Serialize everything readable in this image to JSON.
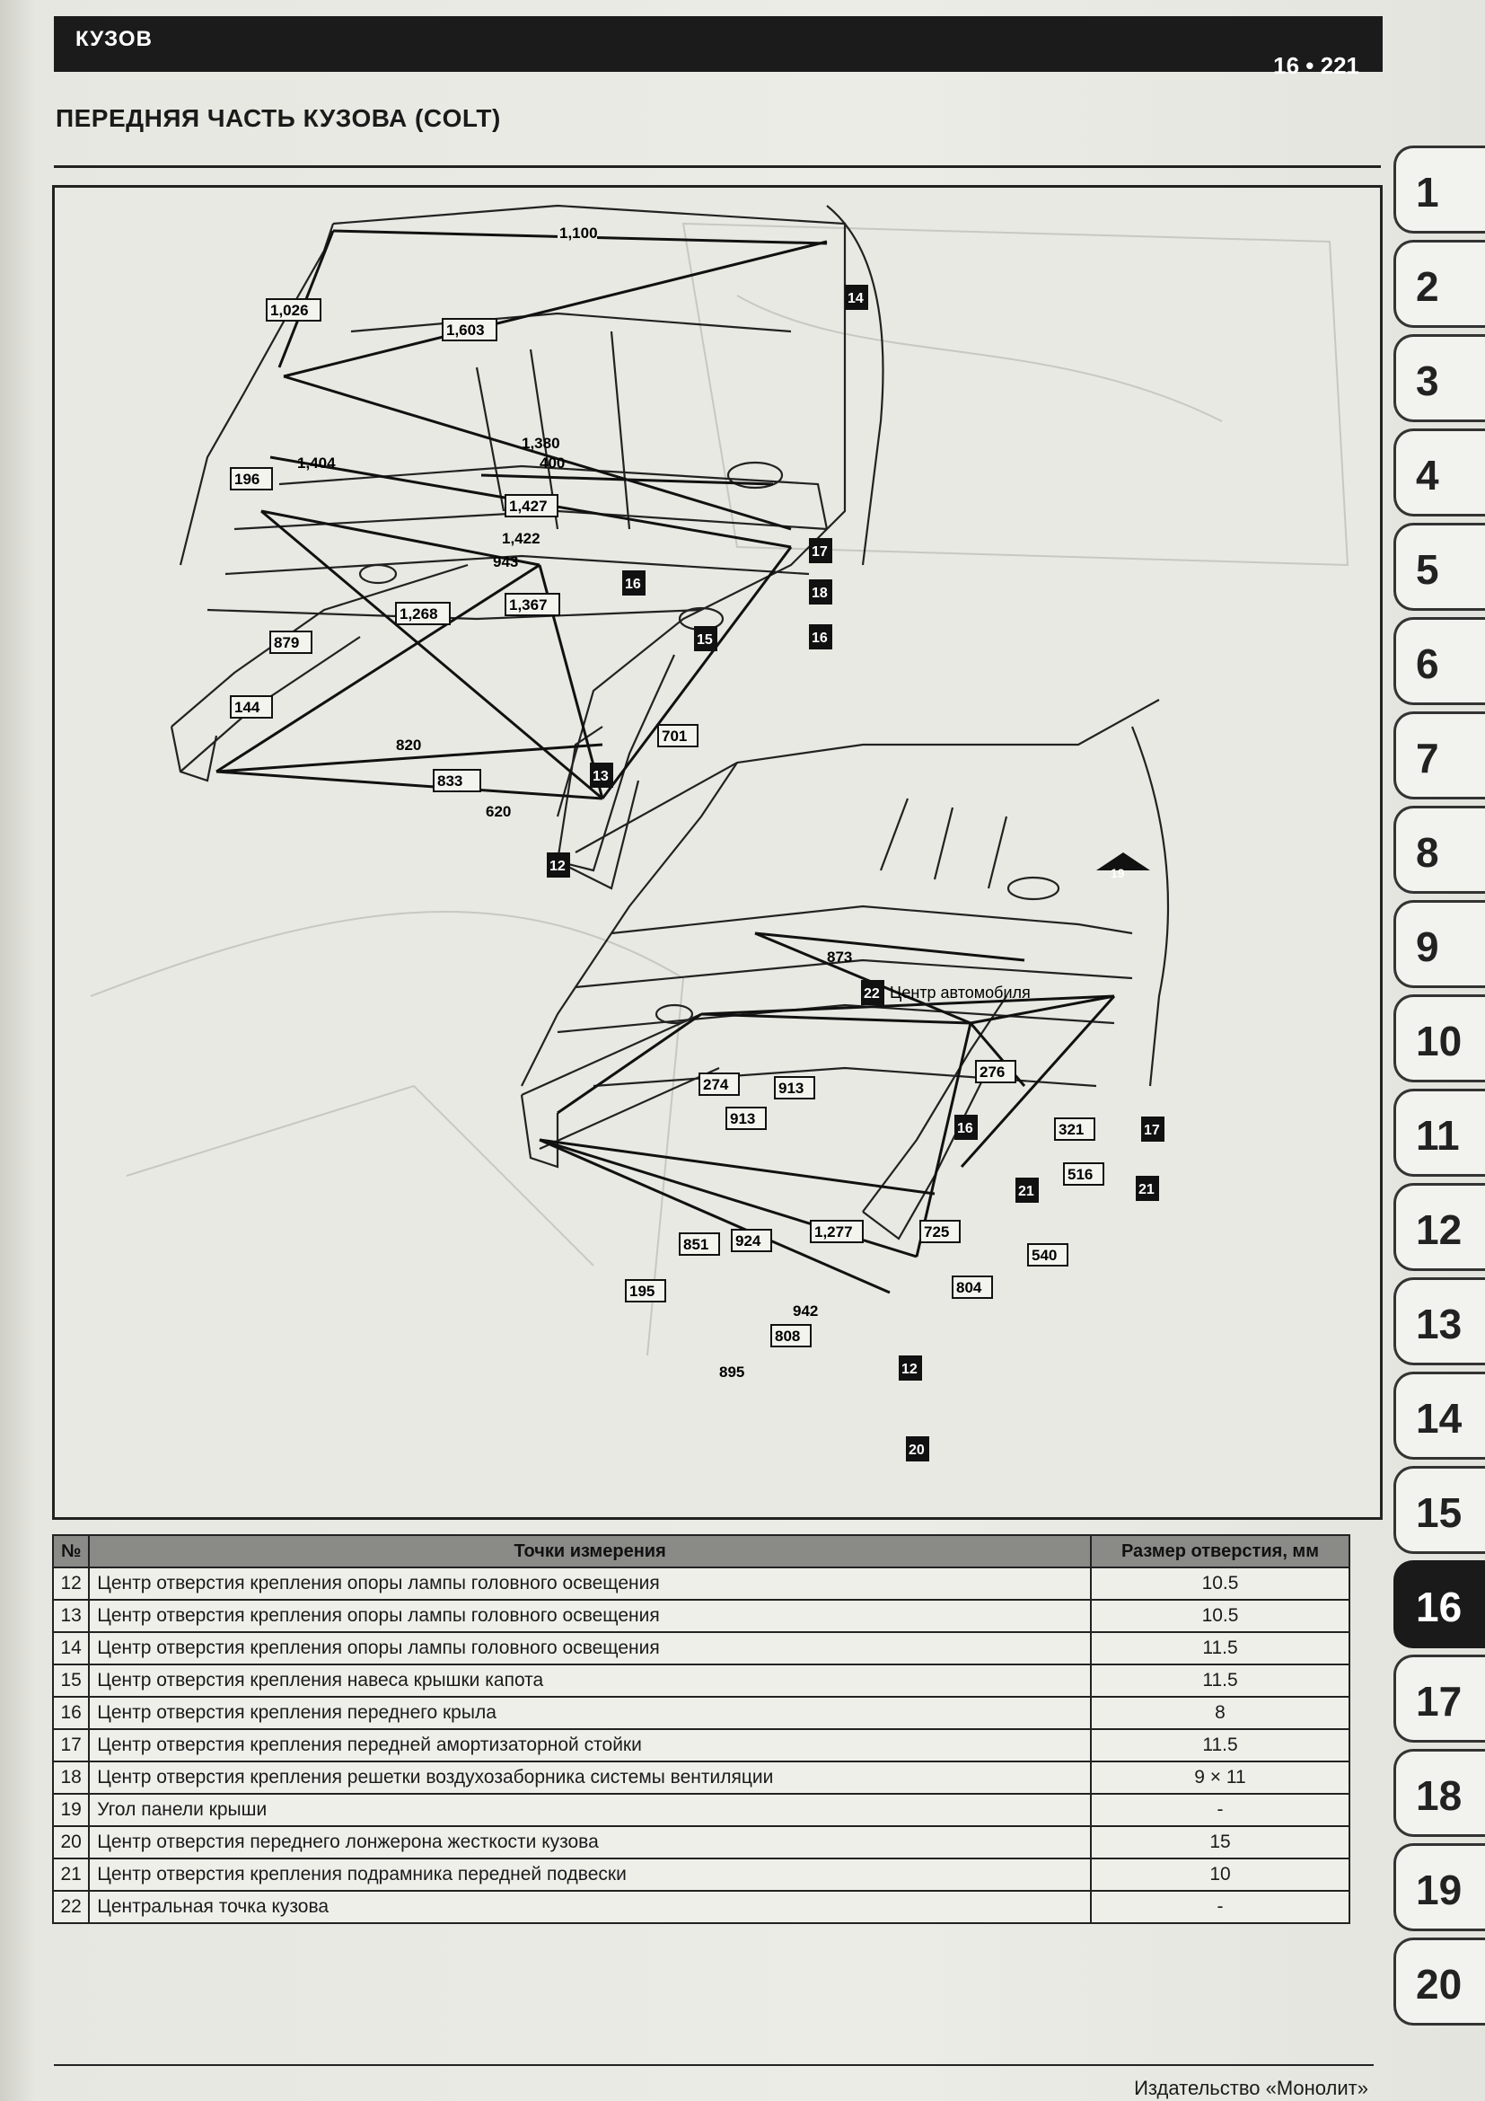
{
  "header": {
    "section": "КУЗОВ",
    "page_number": "16 • 221"
  },
  "page_title": "ПЕРЕДНЯЯ ЧАСТЬ КУЗОВА (COLT)",
  "figure": {
    "upper_dimensions": [
      "1,100",
      "1,026",
      "1,603",
      "1,380",
      "400",
      "1,404",
      "1,427",
      "1,422",
      "943",
      "1,268",
      "1,367",
      "820",
      "833",
      "620",
      "701"
    ],
    "upper_point_tags": [
      "196",
      "879",
      "144"
    ],
    "upper_markers": [
      "14",
      "17",
      "16",
      "15",
      "18",
      "13",
      "12",
      "16"
    ],
    "lower_dimensions": [
      "873",
      "274",
      "913",
      "913",
      "276",
      "321",
      "516",
      "1,277",
      "725",
      "924",
      "851",
      "540",
      "804",
      "942",
      "808",
      "895",
      "195"
    ],
    "lower_markers": [
      "22",
      "19",
      "17",
      "16",
      "21",
      "21",
      "12",
      "20"
    ],
    "center_label": "Центр автомобиля"
  },
  "table": {
    "headers": [
      "№",
      "Точки измерения",
      "Размер отверстия, мм"
    ],
    "rows": [
      {
        "num": "12",
        "point": "Центр отверстия крепления опоры лампы головного освещения",
        "size": "10.5"
      },
      {
        "num": "13",
        "point": "Центр отверстия крепления опоры лампы головного освещения",
        "size": "10.5"
      },
      {
        "num": "14",
        "point": "Центр отверстия крепления опоры лампы головного освещения",
        "size": "11.5"
      },
      {
        "num": "15",
        "point": "Центр отверстия крепления навеса крышки капота",
        "size": "11.5"
      },
      {
        "num": "16",
        "point": "Центр отверстия крепления переднего крыла",
        "size": "8"
      },
      {
        "num": "17",
        "point": "Центр отверстия крепления передней амортизаторной стойки",
        "size": "11.5"
      },
      {
        "num": "18",
        "point": "Центр отверстия крепления решетки воздухозаборника системы вентиляции",
        "size": "9 × 11"
      },
      {
        "num": "19",
        "point": "Угол панели крыши",
        "size": "-"
      },
      {
        "num": "20",
        "point": "Центр отверстия переднего лонжерона жесткости кузова",
        "size": "15"
      },
      {
        "num": "21",
        "point": "Центр отверстия крепления подрамника передней подвески",
        "size": "10"
      },
      {
        "num": "22",
        "point": "Центральная точка кузова",
        "size": "-"
      }
    ]
  },
  "footer": {
    "publisher": "Издательство «Монолит»"
  },
  "tabs": {
    "items": [
      "1",
      "2",
      "3",
      "4",
      "5",
      "6",
      "7",
      "8",
      "9",
      "10",
      "11",
      "12",
      "13",
      "14",
      "15",
      "16",
      "17",
      "18",
      "19",
      "20"
    ],
    "active": "16"
  }
}
